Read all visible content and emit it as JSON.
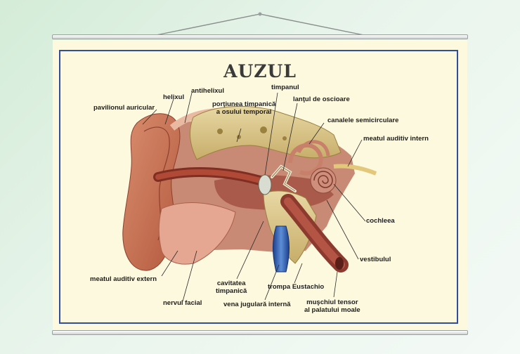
{
  "title": "AUZUL",
  "labels": {
    "pavilionul_auricular": "pavilionul auricular",
    "helixul": "helixul",
    "antihelixul": "antihelixul",
    "portiunea_timpanica_1": "porţiunea timpanică",
    "portiunea_timpanica_2": "a osului temporal",
    "timpanul": "timpanul",
    "lantul_de_oscioare": "lanţul de oscioare",
    "canalele_semicirculare": "canalele semicirculare",
    "meatul_auditiv_intern": "meatul auditiv intern",
    "cochleea": "cochleea",
    "vestibulul": "vestibulul",
    "meatul_auditiv_extern": "meatul auditiv extern",
    "nervul_facial": "nervul facial",
    "cavitatea_timpanica_1": "cavitatea",
    "cavitatea_timpanica_2": "timpanică",
    "vena_jugulara_interna": "vena jugulară internă",
    "trompa_eustachio": "trompa Eustachio",
    "muschiul_tensor_1": "muşchiul tensor",
    "muschiul_tensor_2": "al palatului moale"
  }
}
